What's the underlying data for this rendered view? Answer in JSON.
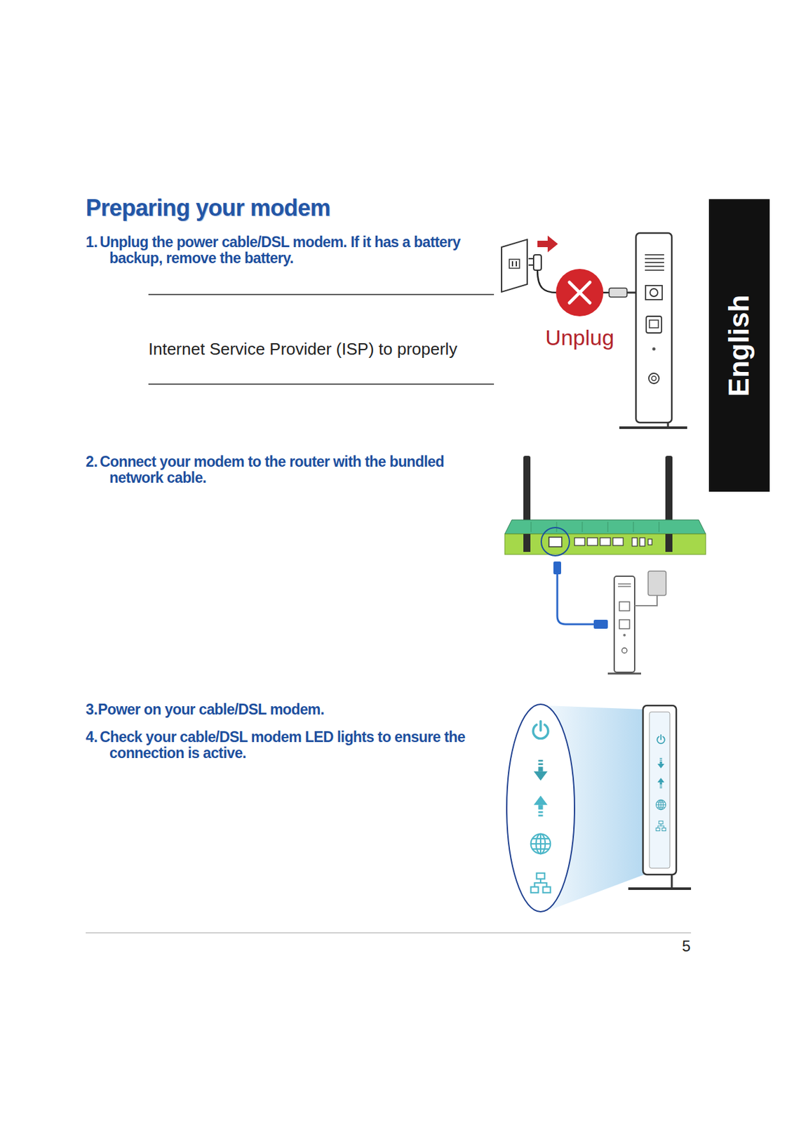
{
  "diagram": {
    "title": "Preparing your modem",
    "nodes": [
      {
        "text": [
          "English"
        ]
      }
    ],
    "edges": [],
    "labels": [
      "1.",
      "Unplug the power cable/DSL modem. If it has a battery backup, remove the battery.",
      "Internet Service Provider (ISP) to properly",
      "Unplug",
      "2.",
      "Connect your modem to the router with the bundled network cable.",
      "3.",
      "Power on your cable/DSL modem.",
      "4.",
      "Check your cable/DSL modem LED lights to ensure the connection is active.",
      "5"
    ]
  }
}
